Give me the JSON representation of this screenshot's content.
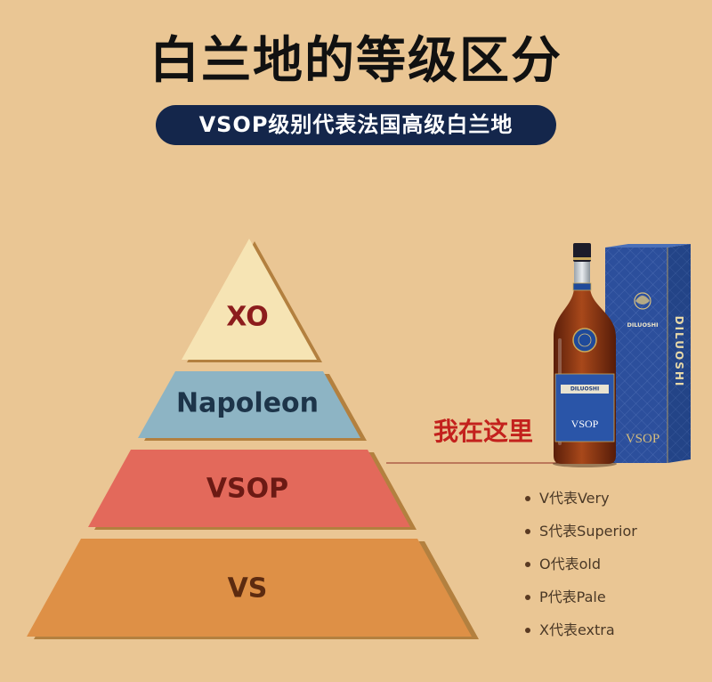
{
  "title": "白兰地的等级区分",
  "subtitle": "VSOP级别代表法国高级白兰地",
  "pyramid": {
    "tiers": [
      {
        "label": "XO",
        "color": "#f6e4b4",
        "text_color": "#8c1c1c"
      },
      {
        "label": "Napoleon",
        "color": "#8db4c4",
        "text_color": "#1d3449"
      },
      {
        "label": "VSOP",
        "color": "#e3695b",
        "text_color": "#6c1a14"
      },
      {
        "label": "VS",
        "color": "#de9046",
        "text_color": "#5c2b10"
      }
    ],
    "shadow_color": "#b3803f"
  },
  "marker": {
    "label": "我在这里",
    "color": "#c3211d",
    "line_color": "#8e2a22"
  },
  "legend": {
    "items": [
      "V代表Very",
      "S代表Superior",
      "O代表old",
      "P代表Pale",
      "X代表extra"
    ],
    "text_color": "#4a3826",
    "bullet_icon": "bullet-dot-icon"
  },
  "product": {
    "brand": "DILUOSHI",
    "grade": "VSOP",
    "box_color": "#2c4f9c",
    "liquid_color": "#9a4418"
  },
  "colors": {
    "background": "#eac694",
    "title": "#111111",
    "pill": "#14264b",
    "pill_text": "#ffffff"
  }
}
